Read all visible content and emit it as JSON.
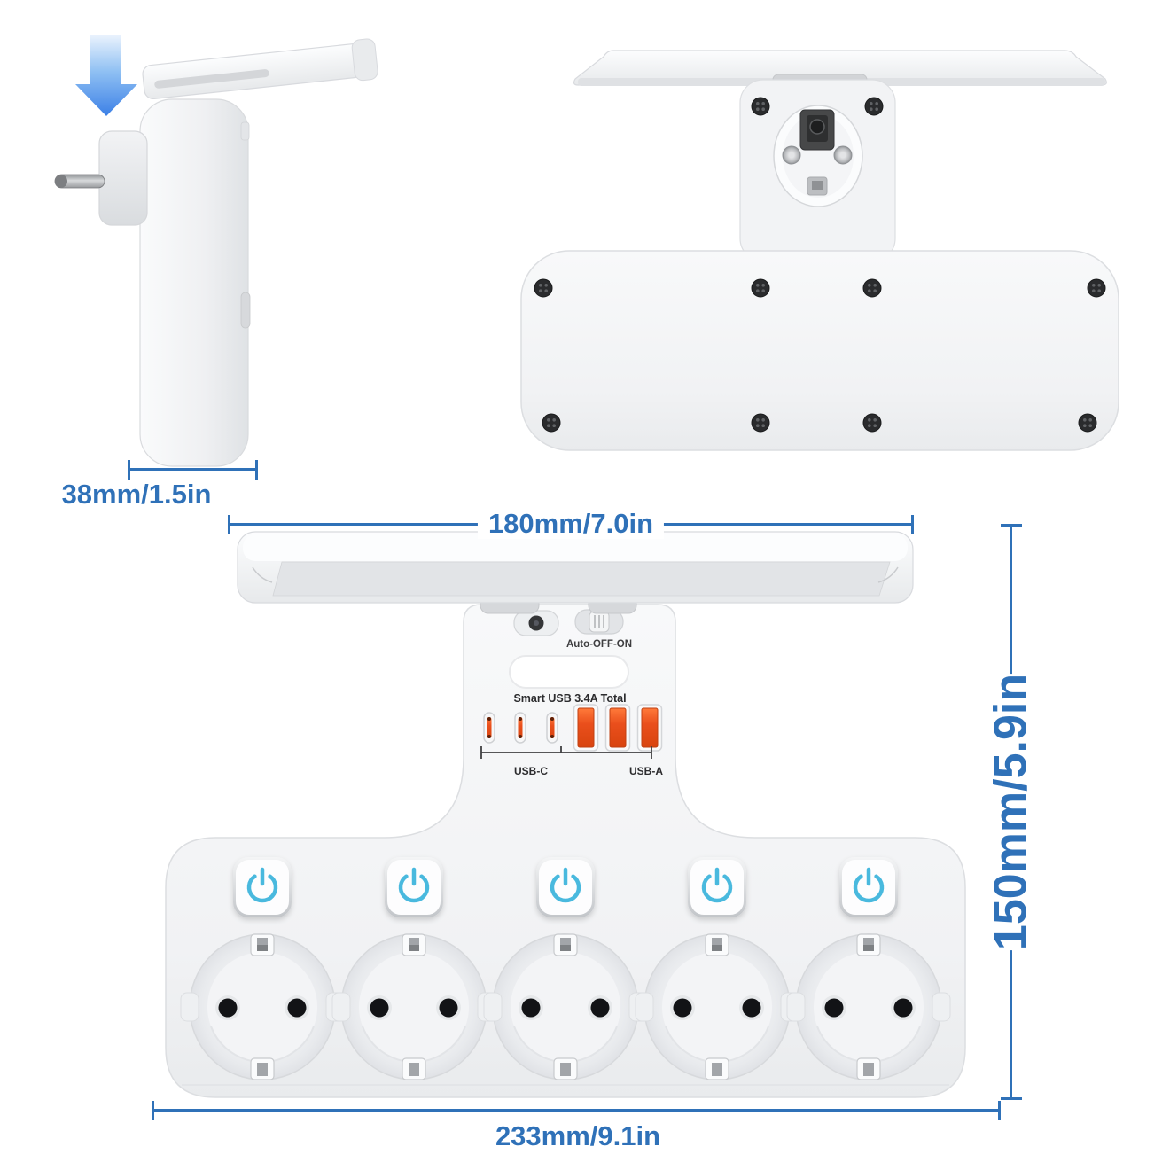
{
  "views": {
    "side": {
      "dimension_depth": "38mm/1.5in"
    },
    "back": {
      "screw_count": 10
    },
    "front": {
      "dimension_width_top": "180mm/7.0in",
      "dimension_height": "150mm/5.9in",
      "dimension_width_bottom": "233mm/9.1in",
      "switch_label": "Auto-OFF-ON",
      "usb": {
        "title": "Smart USB 3.4A Total",
        "type_c_label": "USB-C",
        "type_a_label": "USB-A",
        "type_c_count": 3,
        "type_a_count": 3
      },
      "socket_count": 5,
      "power_button_count": 5
    }
  },
  "colors": {
    "dimension_blue": "#2f71b8",
    "arrow_blue_light": "#ddebfb",
    "arrow_blue_deep": "#3c80e6",
    "usb_port_orange": "#ea4f1c",
    "power_icon_cyan": "#4ab9de",
    "device_body": "#f2f3f5"
  }
}
